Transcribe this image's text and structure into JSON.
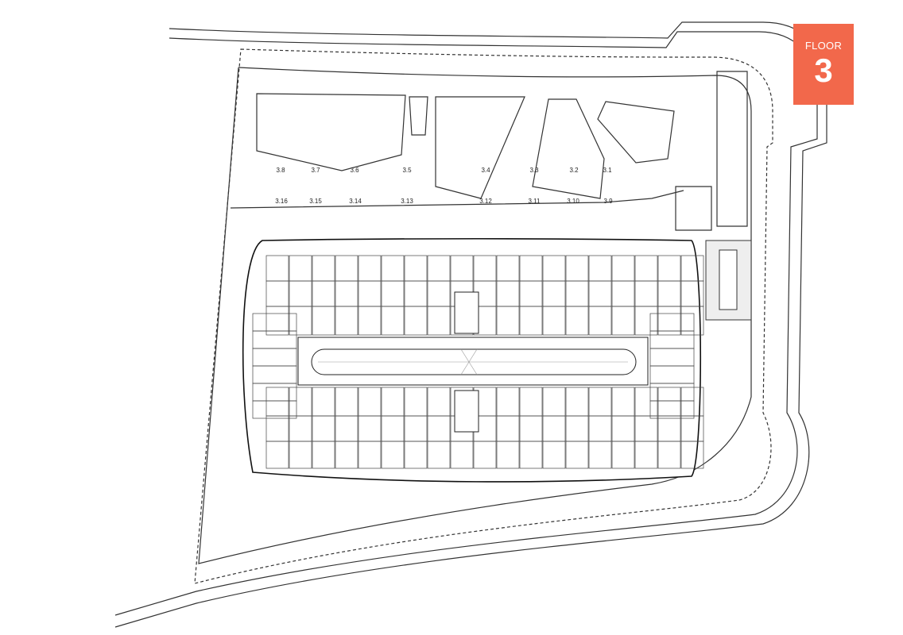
{
  "floor_badge": {
    "label": "FLOOR",
    "number": "3",
    "color": "#f2684b"
  },
  "units_top": [
    "3.8",
    "3.7",
    "3.6",
    "3.5",
    "3.4",
    "3.3",
    "3.2",
    "3.1"
  ],
  "units_bottom": [
    "3.16",
    "3.15",
    "3.14",
    "3.13",
    "3.12",
    "3.11",
    "3.10",
    "3.9"
  ]
}
